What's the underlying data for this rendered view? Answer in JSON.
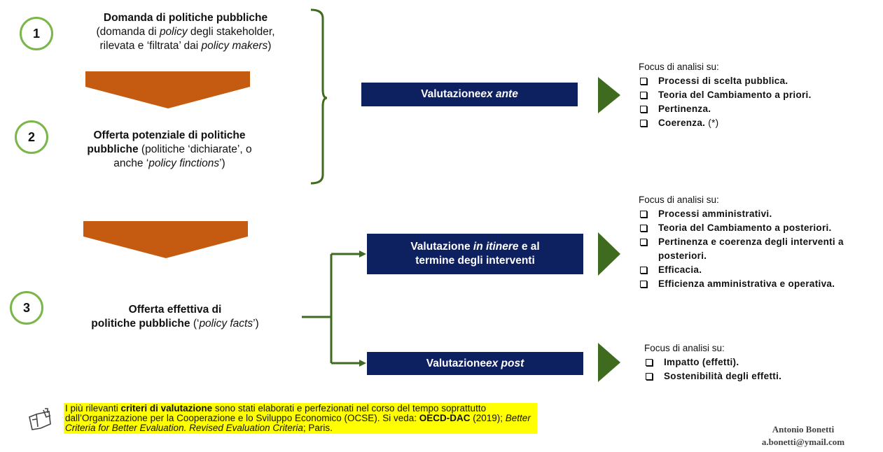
{
  "stages": [
    {
      "number": "1",
      "title": "Domanda di politiche pubbliche",
      "detail_a": "(domanda di ",
      "detail_b": "policy",
      "detail_c": " degli stakeholder,",
      "detail_d": "rilevata e ‘filtrata’ dai ",
      "detail_e": "policy makers",
      "detail_f": ")"
    },
    {
      "number": "2",
      "title_a": "Offerta potenziale di politiche",
      "title_b": "pubbliche",
      "detail_a": " (politiche ‘dichiarate’, o",
      "detail_b": "anche ‘",
      "detail_c": "policy finctions",
      "detail_d": "’)"
    },
    {
      "number": "3",
      "title_a": "Offerta effettiva di",
      "title_b": "politiche pubbliche",
      "detail_a": " (‘",
      "detail_b": "policy facts",
      "detail_c": "’)"
    }
  ],
  "evaluations": [
    {
      "label_a": "Valutazione ",
      "label_b": "ex ante"
    },
    {
      "label_a": "Valutazione ",
      "label_b": "in itinere",
      "label_c": " e al",
      "label_d": "termine degli interventi"
    },
    {
      "label_a": "Valutazione ",
      "label_b": "ex post"
    }
  ],
  "focus": [
    {
      "header": "Focus di analisi su:",
      "items": [
        "Processi di scelta pubblica.",
        "Teoria del Cambiamento a priori.",
        "Pertinenza.",
        "Coerenza."
      ],
      "note": " (*)"
    },
    {
      "header": "Focus di analisi su:",
      "items": [
        "Processi amministrativi.",
        "Teoria del Cambiamento a posteriori.",
        "Pertinenza e coerenza degli interventi a posteriori.",
        "Efficacia.",
        "Efficienza amministrativa e operativa."
      ]
    },
    {
      "header": "Focus di analisi su:",
      "items": [
        "Impatto (effetti).",
        "Sostenibilità degli effetti."
      ]
    }
  ],
  "note": {
    "t1": "I più rilevanti ",
    "t2": "criteri di valutazione",
    "t3": " sono stati elaborati e perfezionati nel corso del tempo soprattutto dall’Organizzazione per la Cooperazione e lo Sviluppo Economico (OCSE). Si veda: ",
    "t4": "OECD-DAC",
    "t5": " (2019); ",
    "t6": "Better Criteria for Better Evaluation. Revised Evaluation Criteria",
    "t7": "; Paris."
  },
  "author": {
    "name": "Antonio Bonetti",
    "email": "a.bonetti@ymail.com"
  },
  "colors": {
    "circle_border": "#7ab648",
    "chevron": "#c55a11",
    "box": "#0d2060",
    "arrow": "#3f6b1f",
    "note_bg": "#ffff00"
  },
  "icons": {
    "note": "notepad-icon",
    "checkbox": "checkbox-icon"
  }
}
